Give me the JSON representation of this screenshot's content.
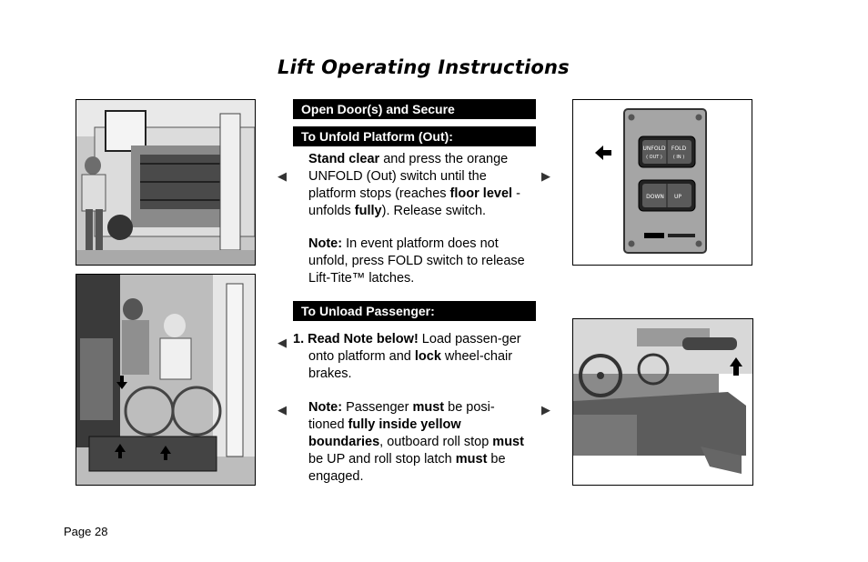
{
  "title": "Lift Operating Instructions",
  "sections": {
    "open_door": "Open Door(s) and Secure",
    "unfold": "To Unfold Platform (Out):",
    "unload": "To Unload Passenger:"
  },
  "unfold_text": {
    "b1": "Stand clear",
    "t1": " and press the orange UNFOLD (Out) switch until the platform stops (reaches ",
    "b2": "floor level",
    "t2": " - unfolds ",
    "b3": "fully",
    "t3": ").  Release switch."
  },
  "note1": {
    "label": "Note:",
    "text": "  In event platform does not unfold, press FOLD switch to release Lift-Tite™ latches."
  },
  "step1": {
    "bold": "1. Read Note below!",
    "t1": "  Load passen-ger onto platform and ",
    "b2": "lock",
    "t2": " wheel-chair brakes."
  },
  "note2": {
    "label": "Note:",
    "t1": "  Passenger ",
    "b1": "must",
    "t2": " be posi-tioned ",
    "b2": "fully inside yellow boundaries",
    "t3": ", outboard roll stop ",
    "b3": "must",
    "t4": " be UP and roll stop latch ",
    "b4": "must",
    "t5": " be engaged."
  },
  "switch_panel": {
    "unfold_label": "UNFOLD",
    "out_label": "( OUT )",
    "fold_label": "FOLD",
    "in_label": "( IN )",
    "down_label": "DOWN",
    "up_label": "UP"
  },
  "page_label": "Page 28",
  "icons": {
    "pointer": "triangle-pointer-icon",
    "arrow": "arrow-icon"
  }
}
